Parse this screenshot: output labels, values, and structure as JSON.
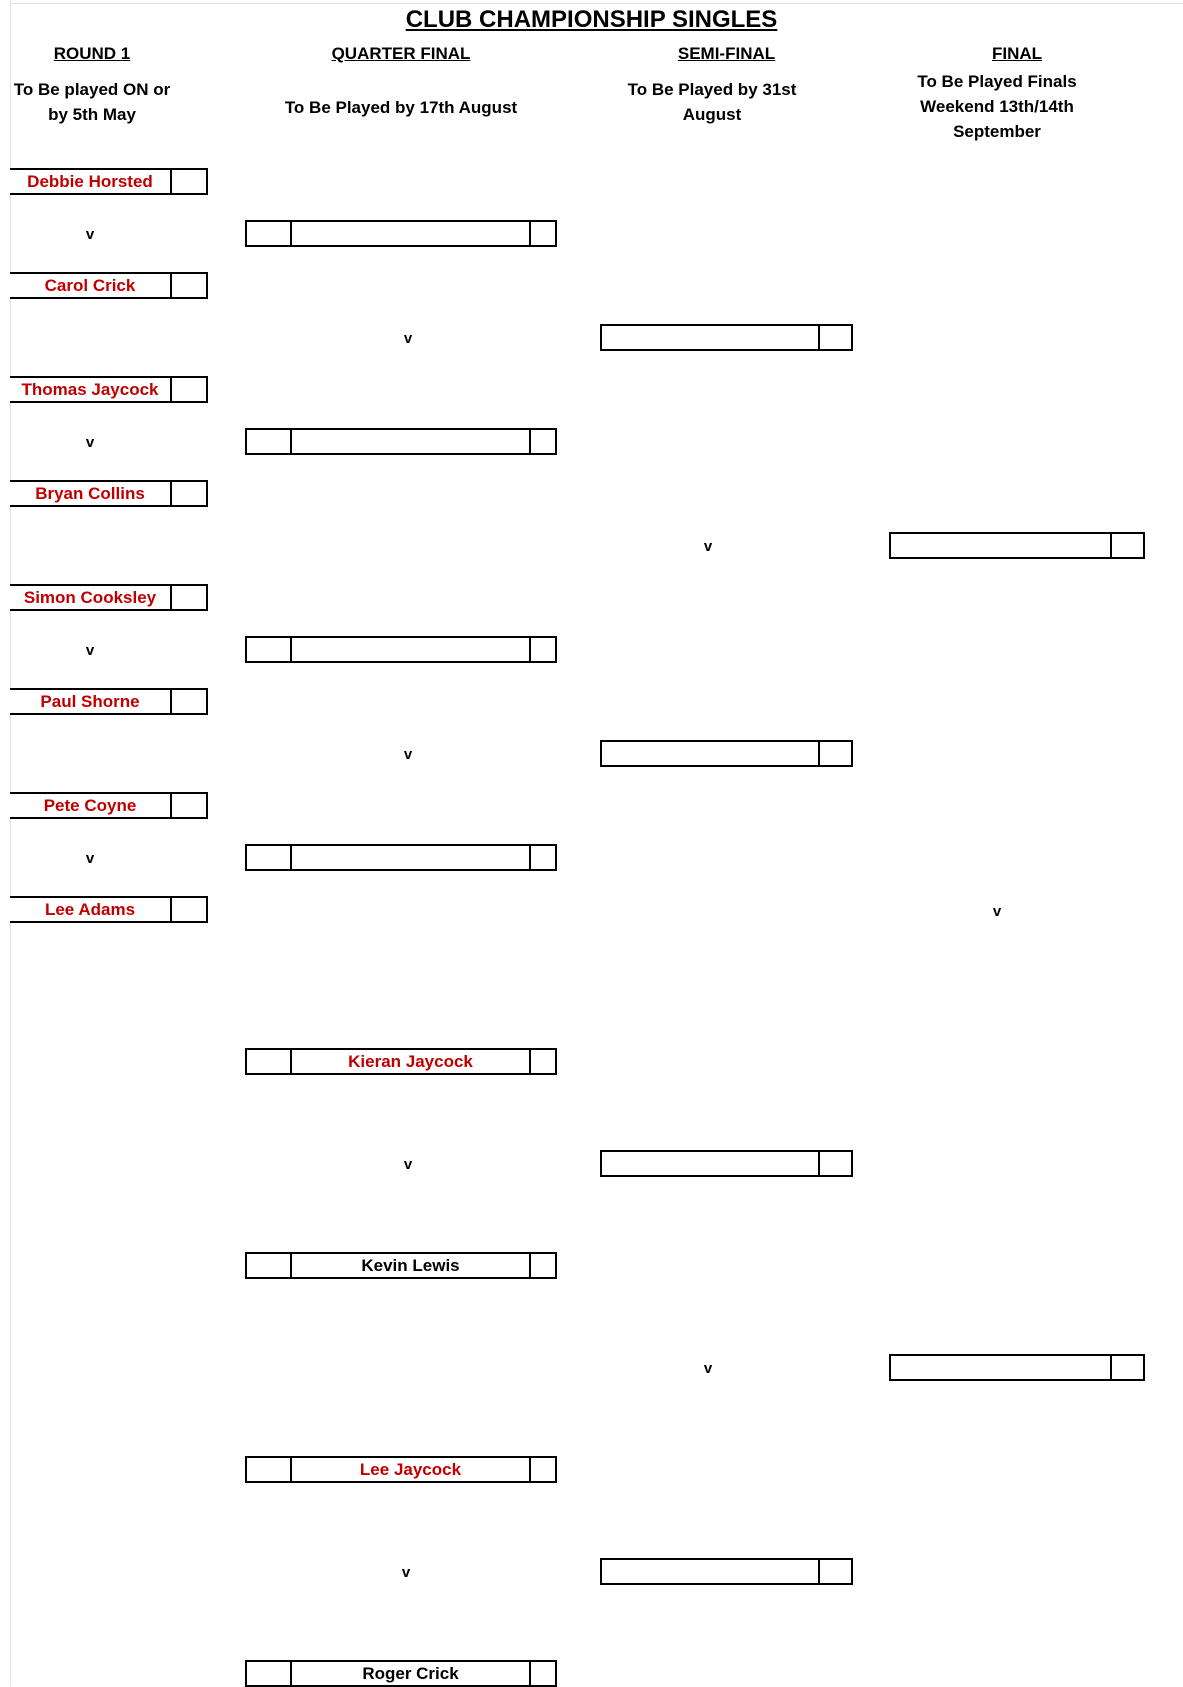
{
  "title": "CLUB CHAMPIONSHIP SINGLES",
  "columns": {
    "round1": {
      "heading": "ROUND 1",
      "note": "To Be played ON or by 5th May"
    },
    "quarter": {
      "heading": "QUARTER FINAL",
      "note": "To Be Played by 17th August"
    },
    "semi": {
      "heading": "SEMI-FINAL",
      "note": "To Be Played by 31st August"
    },
    "final": {
      "heading": "FINAL",
      "note": "To Be Played Finals Weekend 13th/14th September"
    }
  },
  "versus": "v",
  "round1": [
    {
      "name": "Debbie Horsted",
      "score": ""
    },
    {
      "name": "Carol Crick",
      "score": ""
    },
    {
      "name": "Thomas Jaycock",
      "score": ""
    },
    {
      "name": "Bryan Collins",
      "score": ""
    },
    {
      "name": "Simon Cooksley",
      "score": ""
    },
    {
      "name": "Paul Shorne",
      "score": ""
    },
    {
      "name": "Pete Coyne",
      "score": ""
    },
    {
      "name": "Lee Adams",
      "score": ""
    }
  ],
  "quarter": [
    {
      "name": "",
      "score": ""
    },
    {
      "name": "",
      "score": ""
    },
    {
      "name": "",
      "score": ""
    },
    {
      "name": "",
      "score": ""
    },
    {
      "name": "Kieran Jaycock",
      "score": "",
      "color": "#c00000"
    },
    {
      "name": "Kevin Lewis",
      "score": "",
      "color": "#000000"
    },
    {
      "name": "Lee Jaycock",
      "score": "",
      "color": "#c00000"
    },
    {
      "name": "Roger Crick",
      "score": "",
      "color": "#000000"
    }
  ],
  "semi": [
    {
      "name": "",
      "score": ""
    },
    {
      "name": "",
      "score": ""
    },
    {
      "name": "",
      "score": ""
    },
    {
      "name": "",
      "score": ""
    }
  ],
  "final": [
    {
      "name": "",
      "score": ""
    },
    {
      "name": "",
      "score": ""
    }
  ],
  "colors": {
    "entrant": "#c00000",
    "text": "#000000",
    "border": "#000000"
  }
}
